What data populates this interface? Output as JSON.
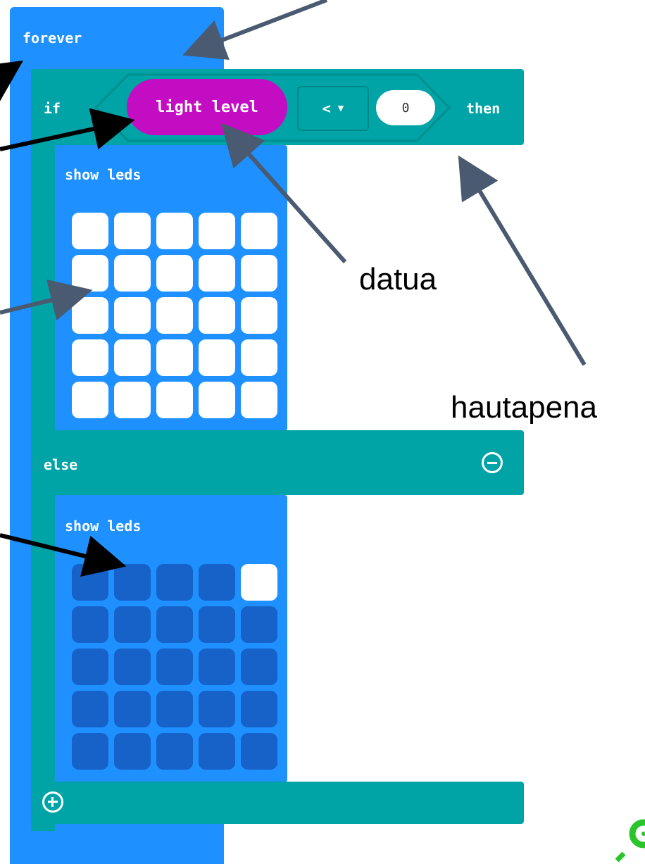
{
  "blocks": {
    "forever_label": "forever",
    "if_label": "if",
    "then_label": "then",
    "else_label": "else",
    "show_leds_label_1": "show leds",
    "show_leds_label_2": "show leds",
    "condition": {
      "sensor": "light level",
      "operator": "<",
      "operator_icon": "caret-down-icon",
      "value": "0"
    },
    "leds_if": [
      1,
      1,
      1,
      1,
      1,
      1,
      1,
      1,
      1,
      1,
      1,
      1,
      1,
      1,
      1,
      1,
      1,
      1,
      1,
      1,
      1,
      1,
      1,
      1,
      1
    ],
    "leds_else": [
      0,
      0,
      0,
      0,
      1,
      0,
      0,
      0,
      0,
      0,
      0,
      0,
      0,
      0,
      0,
      0,
      0,
      0,
      0,
      0,
      0,
      0,
      0,
      0,
      0
    ]
  },
  "annotations": {
    "datua": "datua",
    "hautapena": "hautapena"
  },
  "colors": {
    "loop_blue": "#1E90FF",
    "logic_teal": "#00A4A6",
    "input_magenta": "#C30DC3",
    "led_off": "#1662C8",
    "led_on": "#ffffff",
    "arrow_slate": "#4A5A70",
    "logo_green": "#2BC42B"
  },
  "icons": [
    "minus-circle-icon",
    "plus-circle-icon",
    "caret-down-icon"
  ]
}
